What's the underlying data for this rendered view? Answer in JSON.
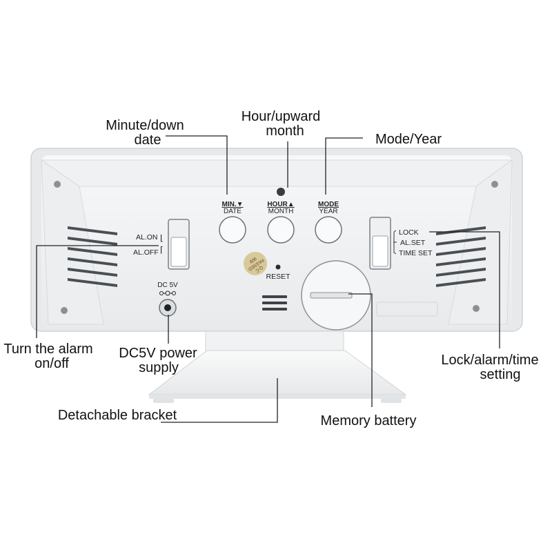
{
  "callouts": {
    "minute_down_date": [
      "Minute/down",
      "date"
    ],
    "hour_upward_month": [
      "Hour/upward",
      "month"
    ],
    "mode_year": [
      "Mode/Year"
    ],
    "turn_alarm": [
      "Turn the alarm",
      "on/off"
    ],
    "dc5v_supply": [
      "DC5V power",
      "supply"
    ],
    "lock_alarm_time": [
      "Lock/alarm/time",
      "setting"
    ],
    "detachable_bracket": [
      "Detachable bracket"
    ],
    "memory_battery": [
      "Memory battery"
    ]
  },
  "device": {
    "buttons": [
      {
        "top": "MIN.▼",
        "bottom": "DATE"
      },
      {
        "top": "HOUR▲",
        "bottom": "MONTH"
      },
      {
        "top": "MODE",
        "bottom": "YEAR"
      }
    ],
    "alarm_switch": {
      "on": "AL.ON",
      "off": "AL.OFF"
    },
    "mode_switch": {
      "lock": "LOCK",
      "alset": "AL.SET",
      "timeset": "TIME SET"
    },
    "dc_label": "DC 5V",
    "reset_label": "RESET",
    "qc_sticker": [
      "Q.C",
      "PASSED",
      "909"
    ]
  },
  "colors": {
    "body": "#f4f5f6",
    "body_shadow": "#dfe2e5",
    "text": "#111111",
    "leader": "#222222"
  }
}
